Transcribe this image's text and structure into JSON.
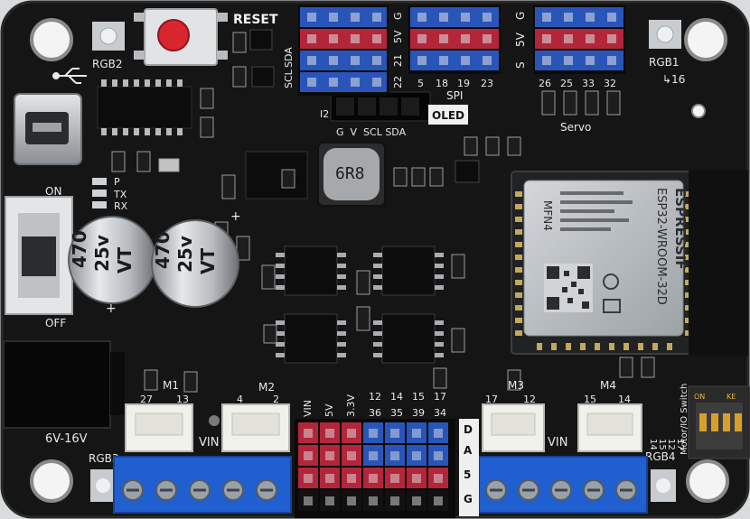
{
  "board": {
    "colors": {
      "pcb": "#151515",
      "pcb_edge": "#242424",
      "silk": "#e9e9e9",
      "header_red": "#b3263a",
      "header_blue": "#2a55b8",
      "terminal_blue": "#1f5fd0",
      "connector_white": "#f1f1ec",
      "reset_red": "#d8262f",
      "module_shield": "#b9bec2"
    },
    "labels": {
      "reset": "RESET",
      "rgb2": "RGB2",
      "rgb1": "RGB1",
      "rgb3": "RGB3",
      "rgb4": "RGB4",
      "gpio16": "↳16",
      "scl": "SCL",
      "sda": "SDA",
      "i2c": "I2",
      "spi": "SPI",
      "oled": "OLED",
      "oled_pins": "G  V  SCL SDA",
      "top_pin_22": "22",
      "top_pin_21": "21",
      "top_5v": "5V",
      "top_g": "G",
      "spi_pins": [
        "5",
        "18",
        "19",
        "23"
      ],
      "servo_g": "G",
      "servo_5v": "5V",
      "servo_s": "S",
      "servo_pins": [
        "26",
        "25",
        "33",
        "32"
      ],
      "servo": "Servo",
      "led_p": "P",
      "led_tx": "TX",
      "led_rx": "RX",
      "switch_on": "ON",
      "switch_off": "OFF",
      "inductor": "6R8",
      "cap_value": "470",
      "cap_voltage": "25v",
      "cap_series": "VT",
      "plus": "+",
      "power_input": "6V-16V",
      "m1": "M1",
      "m2": "M2",
      "m3": "M3",
      "m4": "M4",
      "m1_pins": [
        "27",
        "13"
      ],
      "m2_pins": [
        "4",
        "2"
      ],
      "m3_pins": [
        "17",
        "12"
      ],
      "m4_pins": [
        "15",
        "14"
      ],
      "vin": "VIN",
      "hdr_vin": "VIN",
      "hdr_5v": "5V",
      "hdr_33v": "3.3V",
      "hdr_row1": [
        "12",
        "14",
        "15",
        "17"
      ],
      "hdr_row2": [
        "36",
        "35",
        "39",
        "34"
      ],
      "hdr_side": [
        "D",
        "A",
        "5",
        "G"
      ],
      "dip_pins": [
        "14",
        "15",
        "12",
        "17"
      ],
      "dip_label": "Motor/IO Switch",
      "dip_on": "ON",
      "dip_ke": "KE",
      "module_brand": "ESPRESSIF",
      "module_model": "ESP32-WROOM-32D",
      "module_code": "MFN4"
    }
  }
}
